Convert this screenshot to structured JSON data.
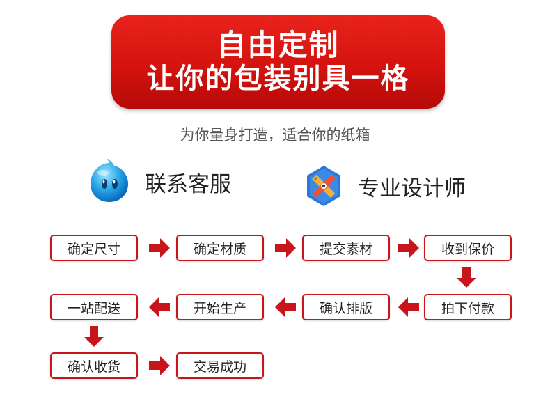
{
  "banner": {
    "line1": "自由定制",
    "line2": "让你的包装别具一格"
  },
  "subtitle": "为你量身打造，适合你的纸箱",
  "services": [
    {
      "label": "联系客服",
      "icon": "qq-penguin-icon"
    },
    {
      "label": "专业设计师",
      "icon": "design-tools-icon"
    }
  ],
  "steps": [
    "确定尺寸",
    "确定材质",
    "提交素材",
    "收到保价",
    "拍下付款",
    "确认排版",
    "开始生产",
    "一站配送",
    "确认收货",
    "交易成功"
  ],
  "colors": {
    "accent": "#d4130e",
    "arrow": "#c8151b"
  }
}
